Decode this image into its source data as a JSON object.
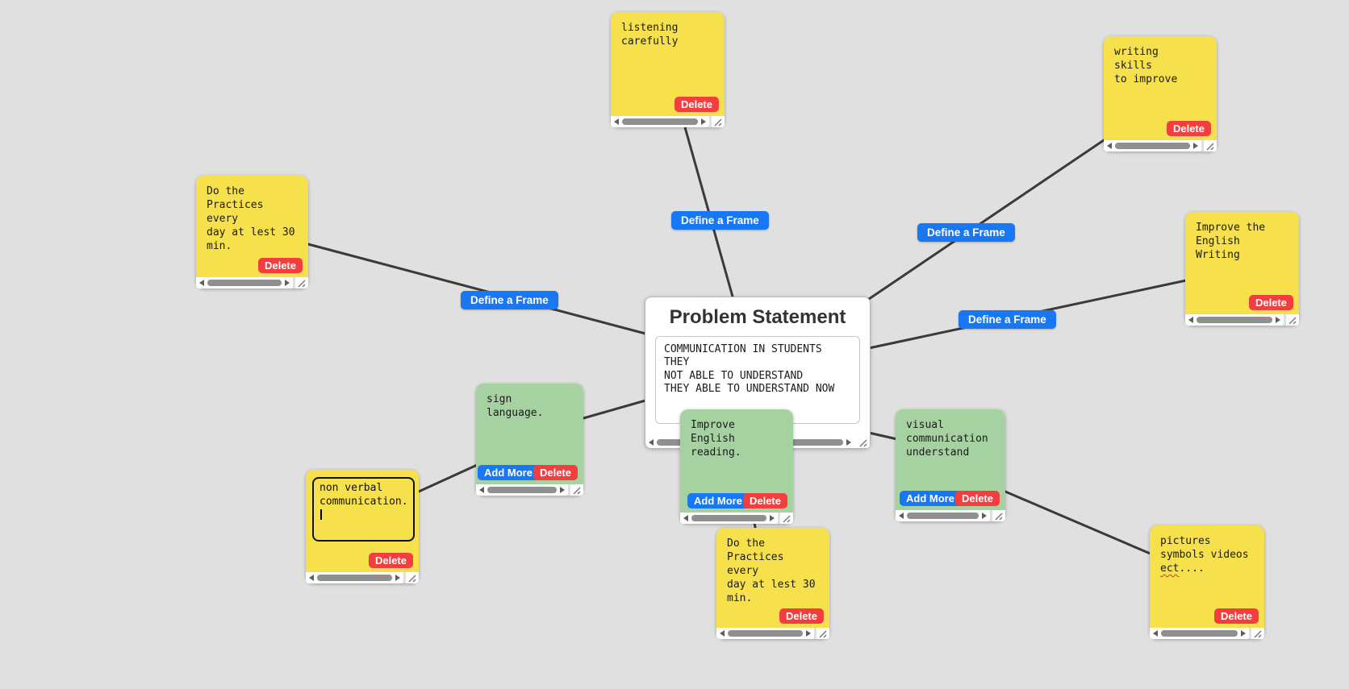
{
  "colors": {
    "canvas_bg": "#e0e0e0",
    "connector": "#3a3a3a",
    "note_yellow": "#f6e14c",
    "note_green": "#a6d2a2",
    "button_blue": "#1877f2",
    "button_red": "#f23e3e",
    "scrollbar_thumb": "#8f8f8f"
  },
  "problem_card": {
    "title": "Problem Statement",
    "statement": "COMMUNICATION IN STUDENTS THEY\nNOT ABLE TO UNDERSTAND\nTHEY ABLE TO UNDERSTAND NOW"
  },
  "actions": {
    "delete": "Delete",
    "add_more": "Add More",
    "define_frame": "Define a Frame"
  },
  "notes": {
    "listening": {
      "text": "listening\ncarefully"
    },
    "writing_skills": {
      "text": "writing  skills\nto improve"
    },
    "practices_left": {
      "text": "Do the\nPractices every\nday at lest 30\nmin."
    },
    "english_writing": {
      "text": "Improve the\nEnglish Writing"
    },
    "sign_language": {
      "text": "sign language."
    },
    "non_verbal": {
      "text": "non verbal\ncommunication."
    },
    "improve_reading": {
      "text": "Improve English\nreading."
    },
    "visual_communication": {
      "text": "visual\ncommunication\nunderstand"
    },
    "practices_bottom": {
      "text": "Do the\nPractices every\nday at lest 30\nmin."
    },
    "pictures": {
      "text_before": "pictures\nsymbols videos\n",
      "misspelled": "ect",
      "text_after": "...."
    }
  }
}
